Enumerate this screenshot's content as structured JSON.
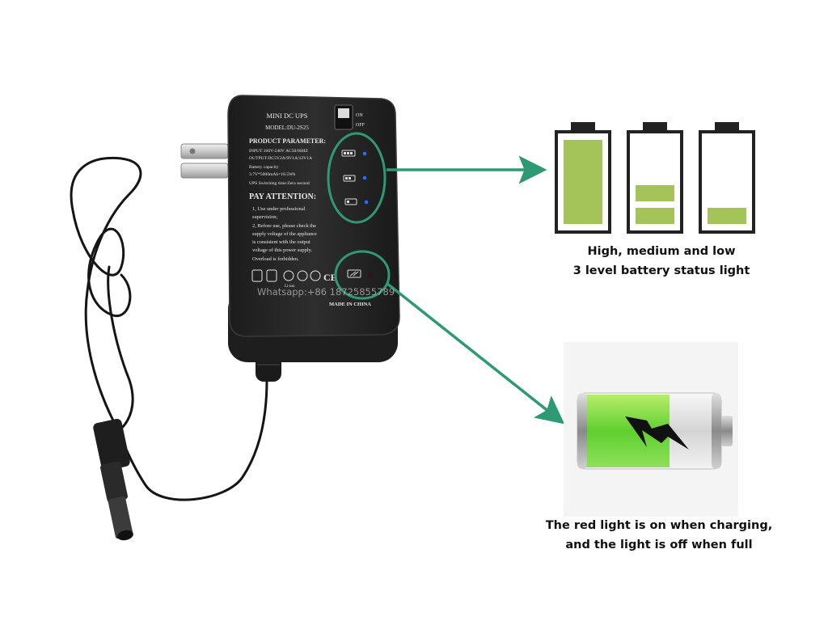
{
  "device": {
    "title": "MINI DC UPS",
    "model": "MODEL:DU-2S25",
    "switch_on": "ON",
    "switch_off": "OFF",
    "param_heading": "PRODUCT PARAMETER:",
    "input": "INPUT:100V-240V AC50/60HZ",
    "output": "OUTPUT:DC5V2A/9V1A/12V1A",
    "capacity_label": "Battery capacity",
    "capacity_value": "3.7V*5000mAh=18.5Wh",
    "switching": "UPS Switching time:Zero second",
    "pay_heading": "PAY ATTENTION:",
    "attention": [
      "1, Use under professional",
      "supervision;",
      "2, Before use, please check the",
      "supply voltage of the appliance",
      "is consistent with the output",
      "voltage of this power supply.",
      "Overload is forbidden."
    ],
    "li_ion": "Li-ion",
    "made_in": "MADE IN CHINA"
  },
  "watermark": "Whatsapp:+86 18725855789",
  "captions": {
    "battery_levels_line1": "High, medium and low",
    "battery_levels_line2": "3 level battery status light",
    "charging_line1": "The red light is on when charging,",
    "charging_line2": "and the light is off when full"
  },
  "battery_levels": {
    "high": 1.0,
    "medium": 0.5,
    "low": 0.25
  },
  "colors": {
    "arrow": "#2e9a74",
    "battery_green": "#a4c45a",
    "device_body": "#2a2a2a",
    "led_blue": "#2a6bff"
  }
}
